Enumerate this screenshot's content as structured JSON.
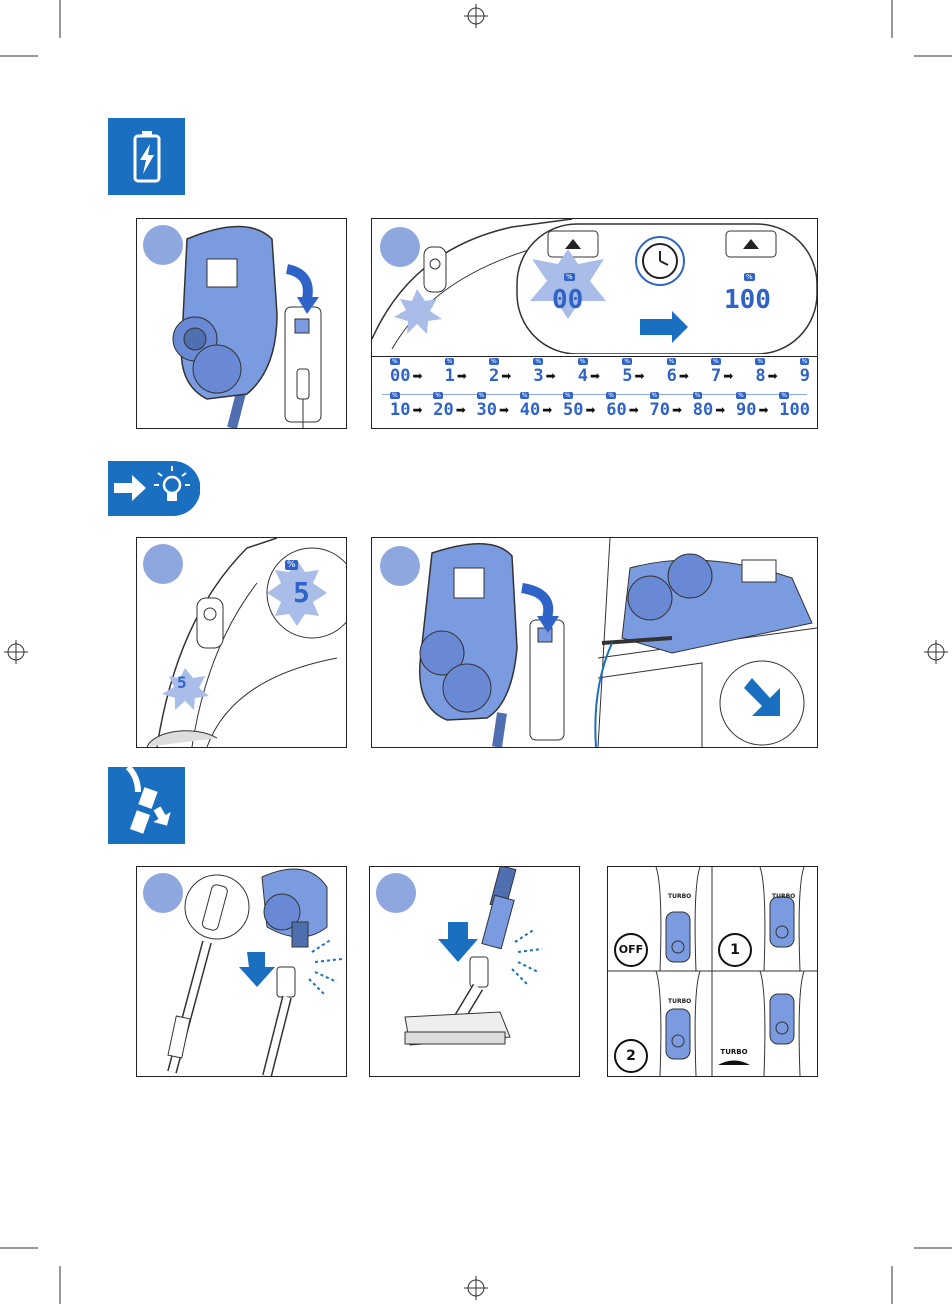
{
  "display_readouts": {
    "empty": "00",
    "full": "100",
    "blinking": "5",
    "percent_symbol": "%"
  },
  "progress_row_1": [
    "00",
    "1",
    "2",
    "3",
    "4",
    "5",
    "6",
    "7",
    "8",
    "9"
  ],
  "progress_row_2": [
    "10",
    "20",
    "30",
    "40",
    "50",
    "60",
    "70",
    "80",
    "90",
    "100"
  ],
  "switch_modes": [
    {
      "label": "OFF"
    },
    {
      "label": "1"
    },
    {
      "label": "2"
    },
    {
      "label": "TURBO"
    }
  ],
  "switch_scale_text": "TURBO",
  "icons": {
    "section_1": "battery-charge-icon",
    "section_2": "arrow-lightbulb-tip-icon",
    "section_3": "assembly-icon"
  },
  "colors": {
    "brand_blue": "#1b6fc1",
    "appliance_blue": "#7a9be0",
    "display_blue": "#2f63c8",
    "step_dot": "#8ea8df"
  }
}
